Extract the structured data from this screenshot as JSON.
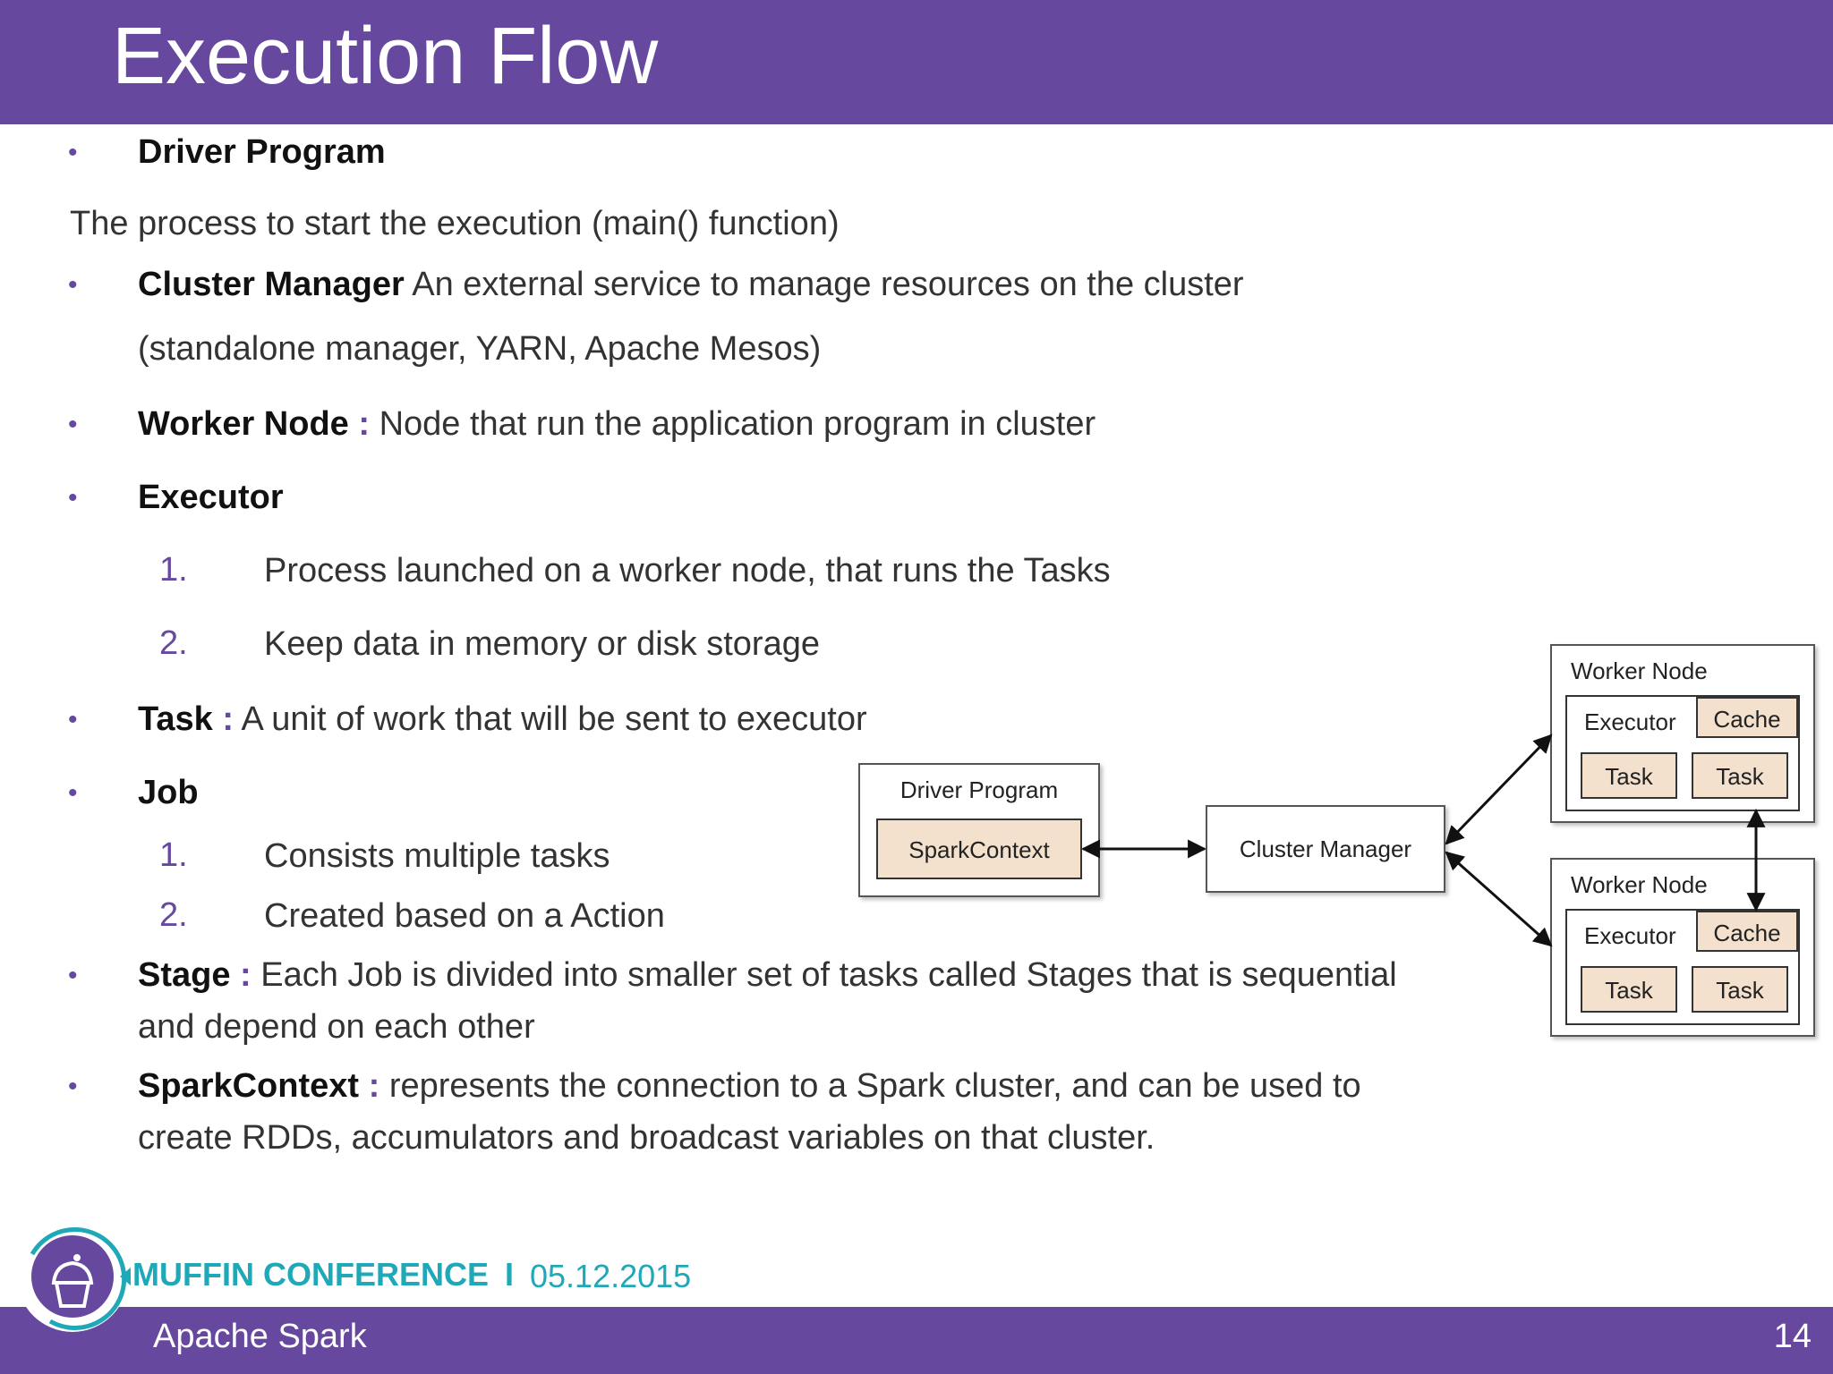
{
  "title": "Execution Flow",
  "items": {
    "driver": {
      "term": "Driver Program",
      "desc": "The process to start the execution (main() function)"
    },
    "cluster": {
      "term": "Cluster Manager",
      "desc": "An external service to manage resources on the cluster",
      "desc2": "(standalone manager, YARN, Apache Mesos)"
    },
    "worker": {
      "term": "Worker Node",
      "sep": ":",
      "desc": "Node that run the application program in cluster"
    },
    "executor": {
      "term": "Executor",
      "sub": [
        {
          "n": "1.",
          "text": "Process launched on a worker node, that runs the Tasks"
        },
        {
          "n": "2.",
          "text": "Keep data in memory or disk storage"
        }
      ]
    },
    "task": {
      "term": "Task",
      "sep": ":",
      "desc": "A unit of work that will be sent to executor"
    },
    "job": {
      "term": "Job",
      "sub": [
        {
          "n": "1.",
          "text": "Consists multiple tasks"
        },
        {
          "n": "2.",
          "text": "Created based on a Action"
        }
      ]
    },
    "stage": {
      "term": "Stage",
      "sep": ":",
      "desc": "Each Job is divided into smaller set of tasks called Stages that is sequential",
      "desc2": "and depend on each other"
    },
    "sparkcontext": {
      "term": "SparkContext",
      "sep": ":",
      "desc": "represents the connection to a Spark cluster, and can be used to",
      "desc2": "create RDDs, accumulators and broadcast variables on that cluster."
    }
  },
  "diagram": {
    "driver_program": "Driver Program",
    "spark_context": "SparkContext",
    "cluster_manager": "Cluster Manager",
    "worker_node": "Worker Node",
    "executor": "Executor",
    "cache": "Cache",
    "task": "Task"
  },
  "footer": {
    "conference": "MUFFIN CONFERENCE",
    "divider": "I",
    "date": "05.12.2015",
    "subtitle": "Apache Spark",
    "page": "14"
  },
  "colors": {
    "accent": "#66499e",
    "teal": "#1fa9b8",
    "box_fill": "#f4e1cd"
  }
}
